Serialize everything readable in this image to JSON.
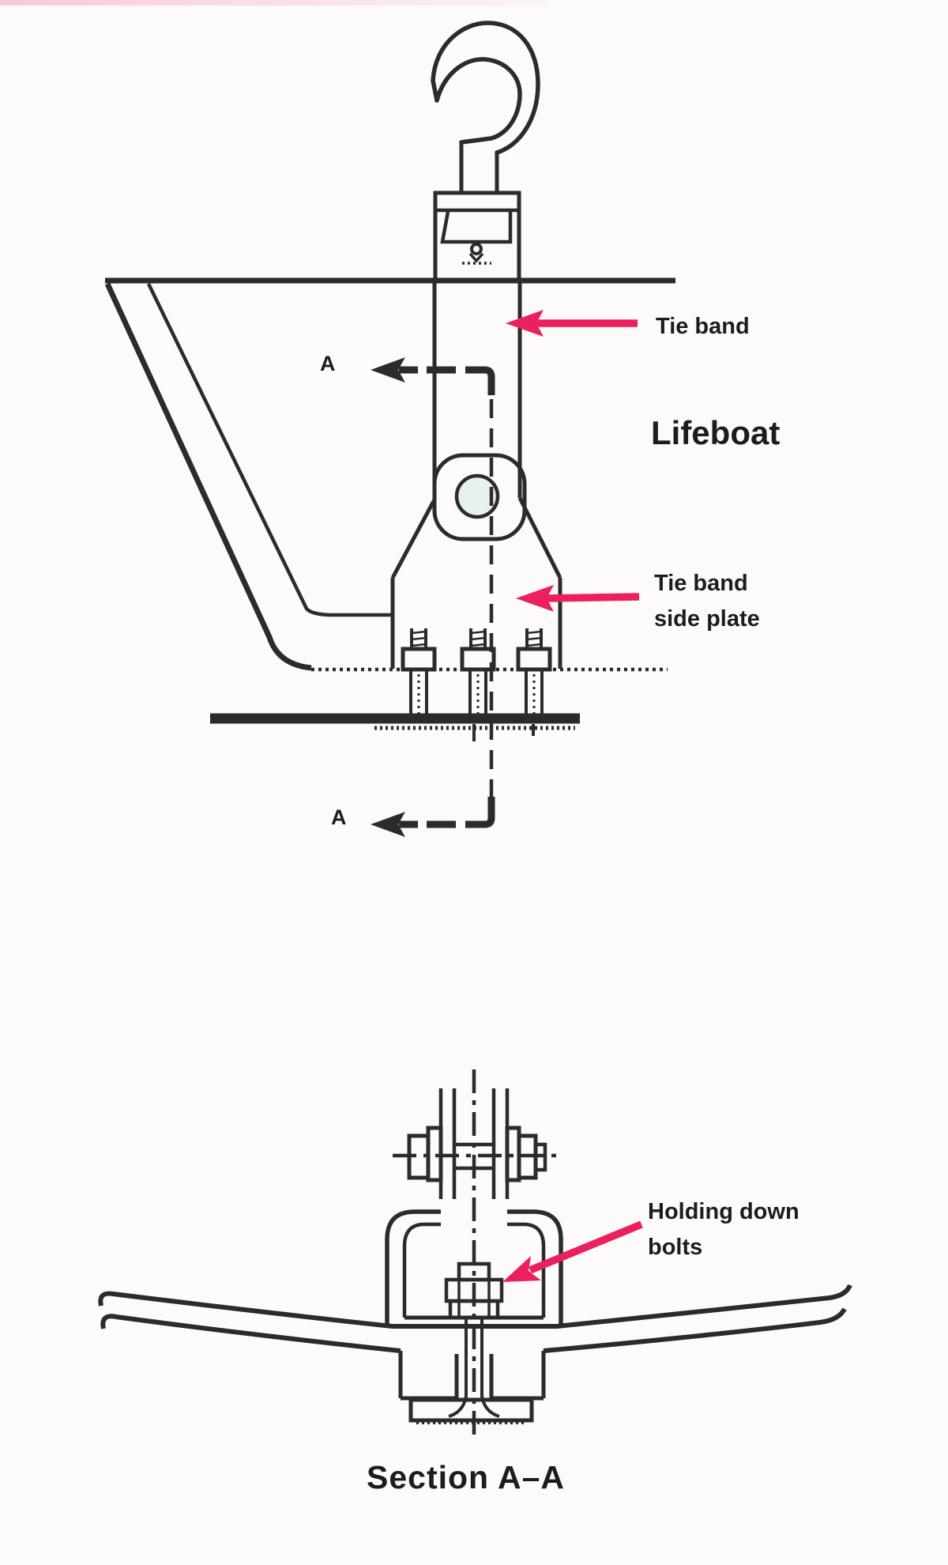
{
  "colors": {
    "ink": "#2b2b2b",
    "pink": "#ec1f5f",
    "text": "#1c1c1e",
    "hole": "#e7f2ee",
    "background": "#fdfafa"
  },
  "top_figure": {
    "label_tie_band": "Tie band",
    "label_lifeboat": "Lifeboat",
    "label_side_plate_line1": "Tie band",
    "label_side_plate_line2": "side plate",
    "section_marker_upper": "A",
    "section_marker_lower": "A"
  },
  "bottom_figure": {
    "label_holding_line1": "Holding down",
    "label_holding_line2": "bolts",
    "caption": "Section A–A"
  }
}
